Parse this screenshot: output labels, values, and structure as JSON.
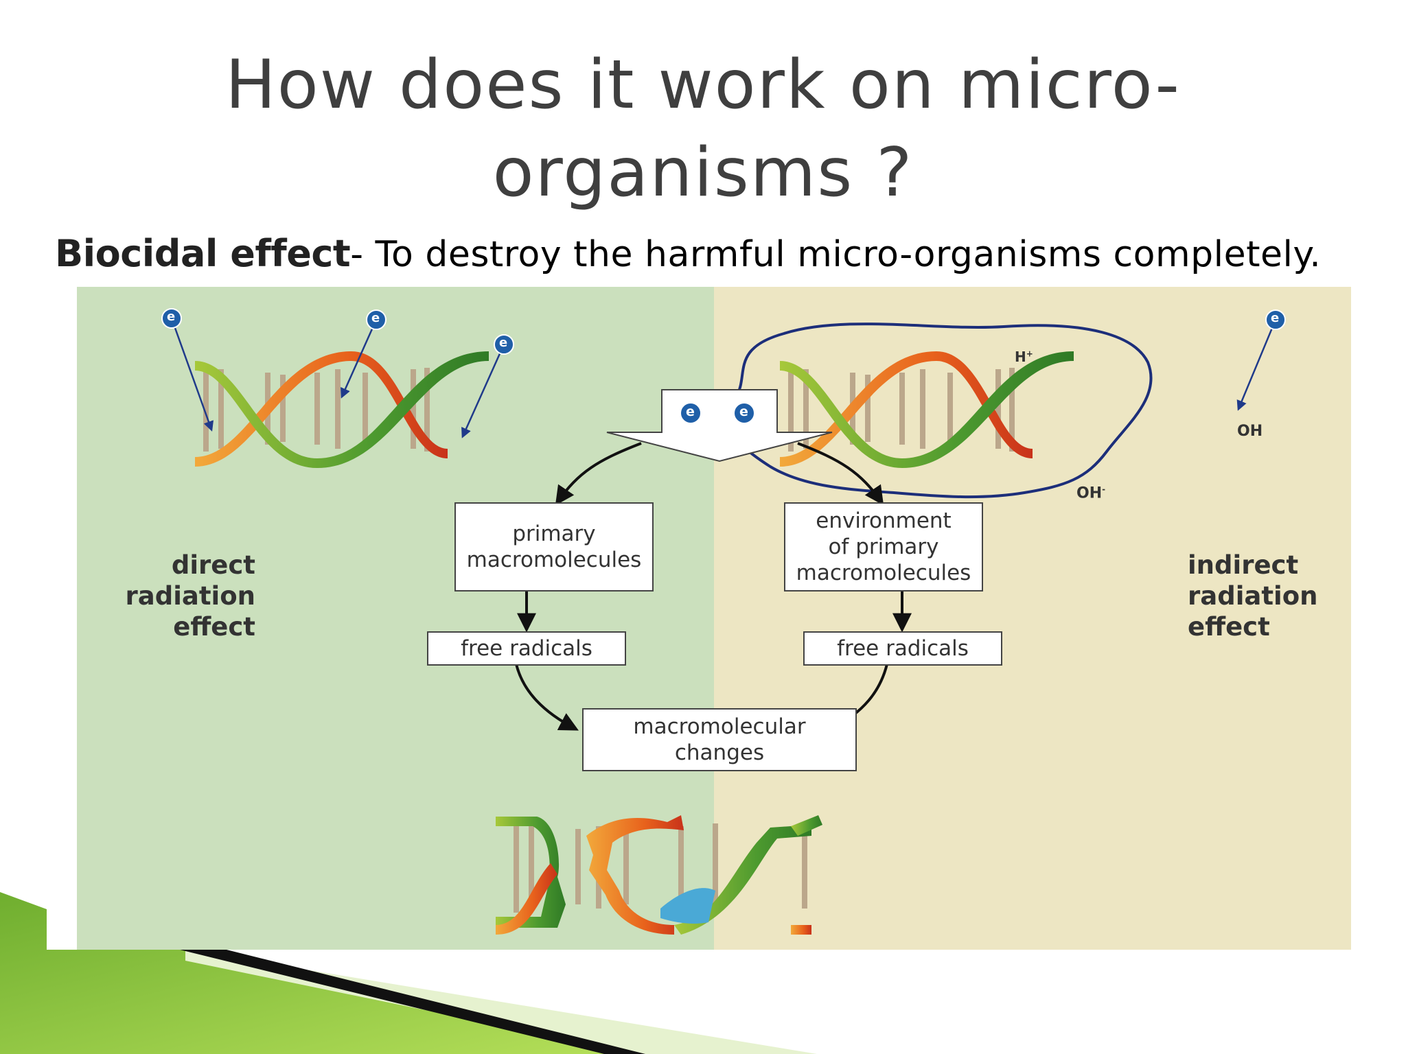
{
  "slide": {
    "title_line1": "How does it work on micro-",
    "title_line2": "organisms ?",
    "subtitle_label": "Biocidal effect",
    "subtitle_text": "- To destroy the harmful micro-organisms completely."
  },
  "diagram": {
    "electron_symbol": "e",
    "left_label": [
      "direct",
      "radiation",
      "effect"
    ],
    "right_label": [
      "indirect",
      "radiation",
      "effect"
    ],
    "box_primary": [
      "primary",
      "macromolecules"
    ],
    "box_environment": [
      "environment",
      "of primary",
      "macromolecules"
    ],
    "box_free_left": "free radicals",
    "box_free_right": "free radicals",
    "box_changes": [
      "macromolecular",
      "changes"
    ],
    "ion_h": "H",
    "ion_oh_right": "OH",
    "ion_oh_bottom": "OH",
    "colors": {
      "left_bg": "#cbe0bd",
      "right_bg": "#ede6c3",
      "electron": "#1f5fa8",
      "membrane": "#1c2e7a",
      "slide_accent": "#8cc63f"
    }
  }
}
